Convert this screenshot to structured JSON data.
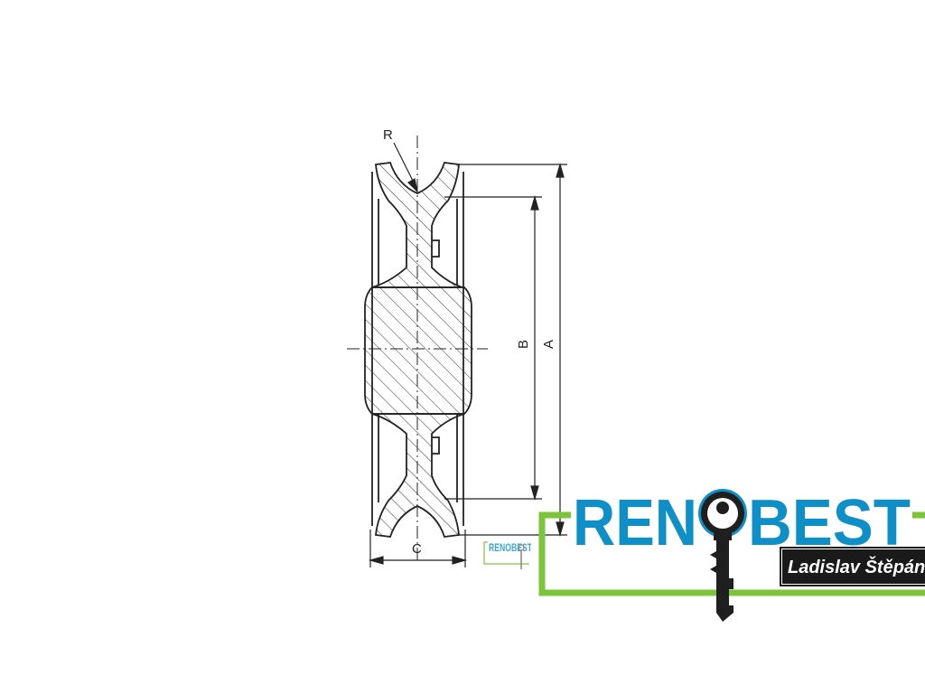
{
  "drawing": {
    "dimensions": {
      "radius_label": "R",
      "outer_diameter_label": "A",
      "groove_diameter_label": "B",
      "width_label": "C"
    }
  },
  "watermark": {
    "brand_text": "RENOBEST"
  },
  "logo": {
    "brand_left": "REN",
    "brand_right": "BEST",
    "owner_name": "Ladislav Štěpán",
    "colors": {
      "brand_blue": "#0f8fc8",
      "frame_green": "#7cc43a",
      "name_bg": "#1a1a1a",
      "key_dark": "#1f1f1f"
    },
    "icon": "key-icon"
  }
}
